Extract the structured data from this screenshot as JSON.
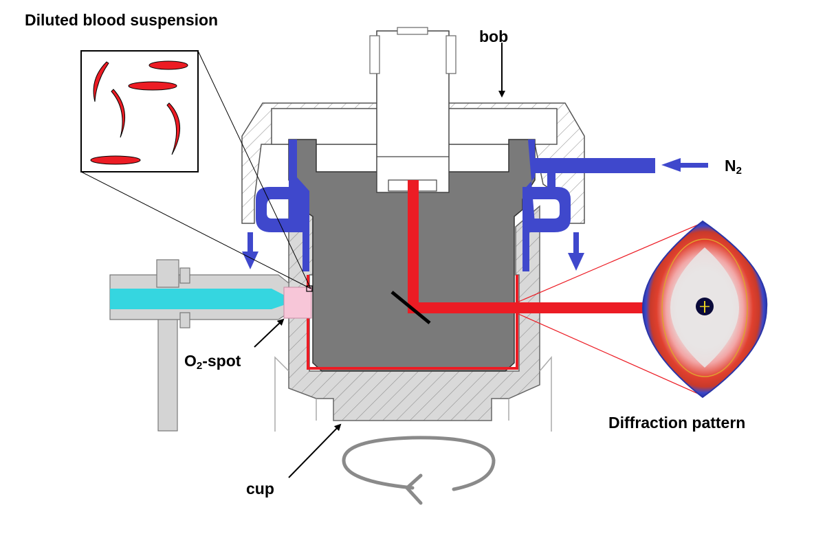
{
  "labels": {
    "title": "Diluted blood suspension",
    "bob": "bob",
    "n2_base": "N",
    "n2_sub": "2",
    "o2_base": "O",
    "o2_sub": "2",
    "o2_rest": "-spot",
    "cup": "cup",
    "diffraction": "Diffraction pattern"
  },
  "colors": {
    "bob_gray": "#7a7a7a",
    "cup_light": "#d9d9d9",
    "gas_blue": "#3f48cc",
    "laser_red": "#ec1c24",
    "fiber_cyan": "#35d6e0",
    "o2_spot_pink": "#f7c6d8",
    "arrow_gray": "#8a8a8a"
  },
  "icons": {
    "rotation": "curved-rotation-arrow-icon",
    "mirror": "mirror-icon"
  }
}
